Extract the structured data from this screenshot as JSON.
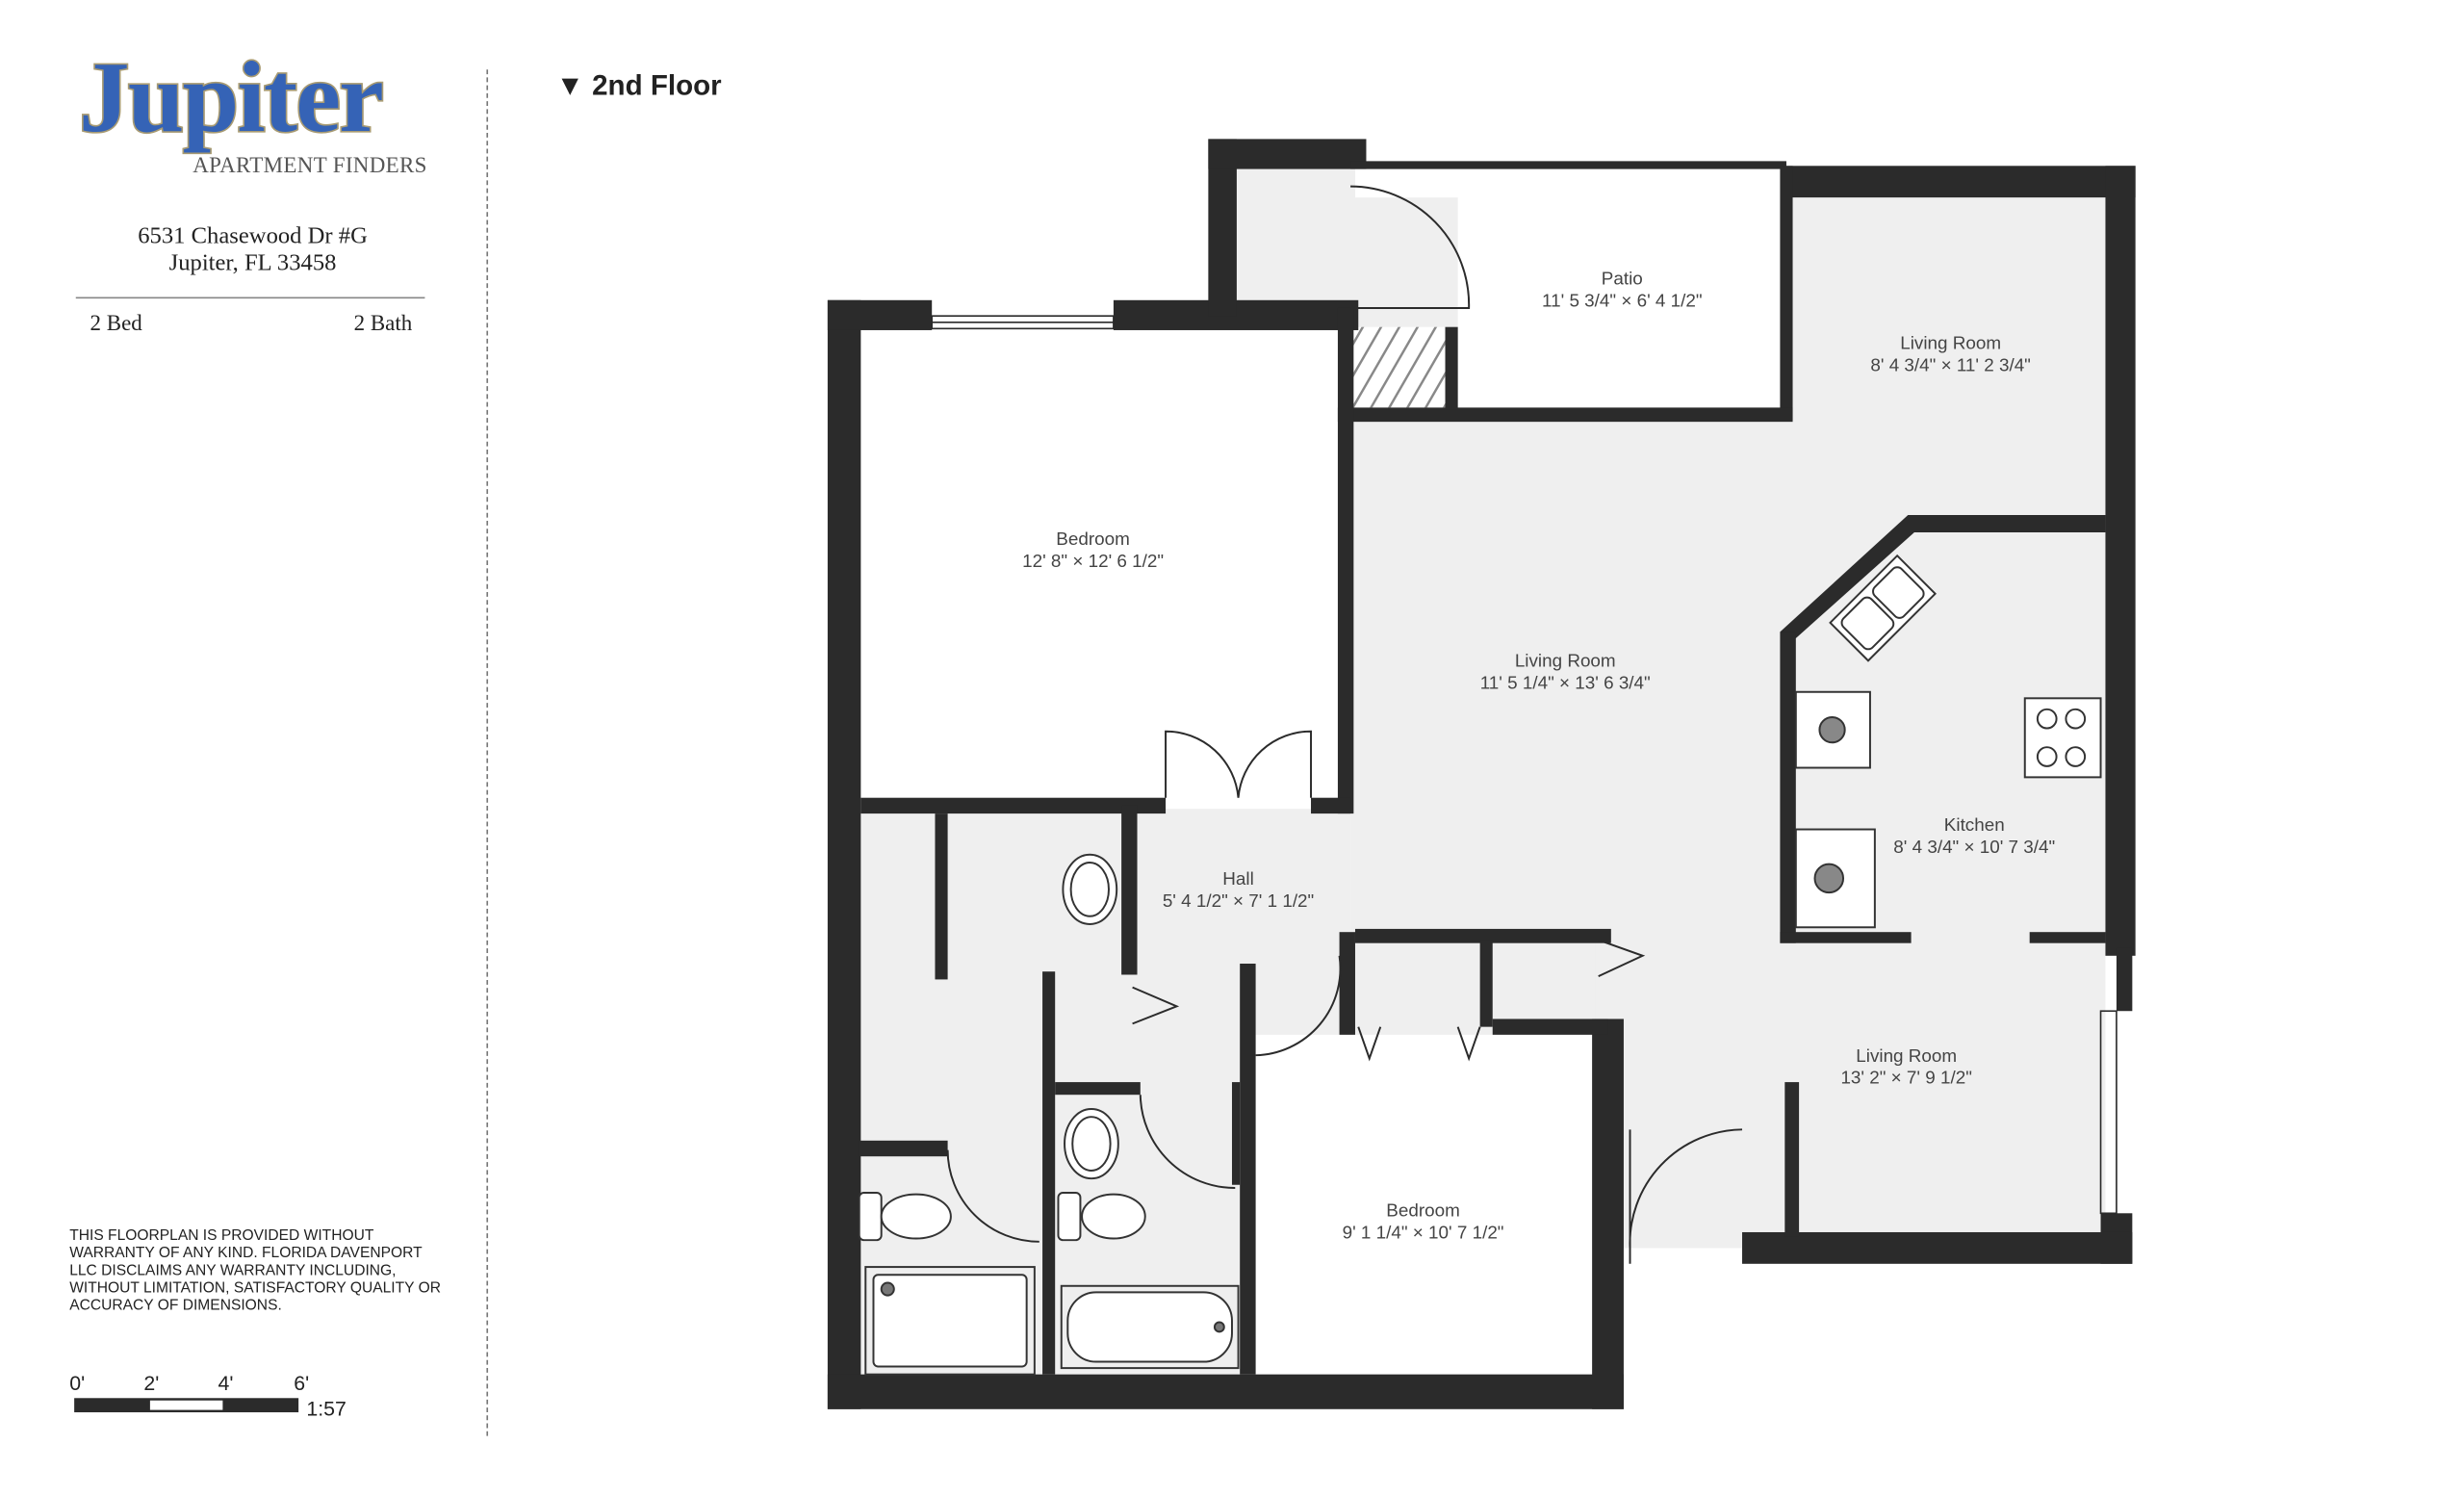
{
  "brand": {
    "name": "Jupiter",
    "tagline": "APARTMENT FINDERS",
    "colors": {
      "primary": "#3563b6",
      "outline": "#a89b73"
    }
  },
  "address": {
    "line1": "6531 Chasewood Dr #G",
    "line2": "Jupiter, FL 33458"
  },
  "specs": {
    "beds": "2 Bed",
    "baths": "2 Bath"
  },
  "floor": {
    "marker": "▼",
    "label": "2nd Floor"
  },
  "disclaimer": "THIS FLOORPLAN IS PROVIDED WITHOUT WARRANTY OF ANY KIND. FLORIDA DAVENPORT LLC DISCLAIMS ANY WARRANTY INCLUDING, WITHOUT LIMITATION, SATISFACTORY QUALITY OR ACCURACY OF DIMENSIONS.",
  "scale": {
    "ticks": [
      "0'",
      "2'",
      "4'",
      "6'"
    ],
    "ratio": "1:57"
  },
  "rooms": [
    {
      "name": "Patio",
      "dims": "11' 5 3/4\" × 6' 4 1/2\""
    },
    {
      "name": "Living Room",
      "dims": "8' 4 3/4\" × 11' 2 3/4\""
    },
    {
      "name": "Bedroom",
      "dims": "12' 8\" × 12' 6 1/2\""
    },
    {
      "name": "Living Room",
      "dims": "11' 5 1/4\" × 13' 6 3/4\""
    },
    {
      "name": "Kitchen",
      "dims": "8' 4 3/4\" × 10' 7 3/4\""
    },
    {
      "name": "Hall",
      "dims": "5' 4 1/2\" × 7' 1 1/2\""
    },
    {
      "name": "Living Room",
      "dims": "13' 2\" × 7' 9 1/2\""
    },
    {
      "name": "Bedroom",
      "dims": "9' 1 1/4\" × 10' 7 1/2\""
    }
  ]
}
